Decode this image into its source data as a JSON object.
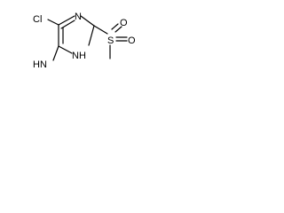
{
  "structure": {
    "atoms": {
      "chlorine": "Cl",
      "ring_nitrogen_top": "N",
      "ring_nitrogen_nh": "NH",
      "amine": "HN",
      "sulfur": "S",
      "oxygen_top": "O",
      "oxygen_bottom": "O"
    }
  }
}
